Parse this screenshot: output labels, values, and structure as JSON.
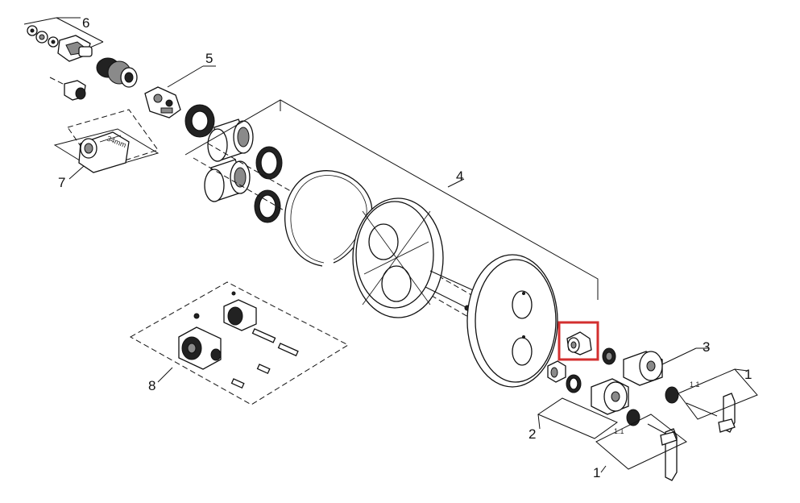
{
  "callouts": {
    "c1a": "1",
    "c1b": "1",
    "c2": "2",
    "c3": "3",
    "c4": "4",
    "c5": "5",
    "c6": "6",
    "c7": "7",
    "c8": "8"
  },
  "dimensions": {
    "tool_size": "34mm",
    "sub_a": "1.1",
    "sub_b": "1.1"
  },
  "highlight": {
    "color": "#d32f2f",
    "target": "adapter-sleeve"
  }
}
